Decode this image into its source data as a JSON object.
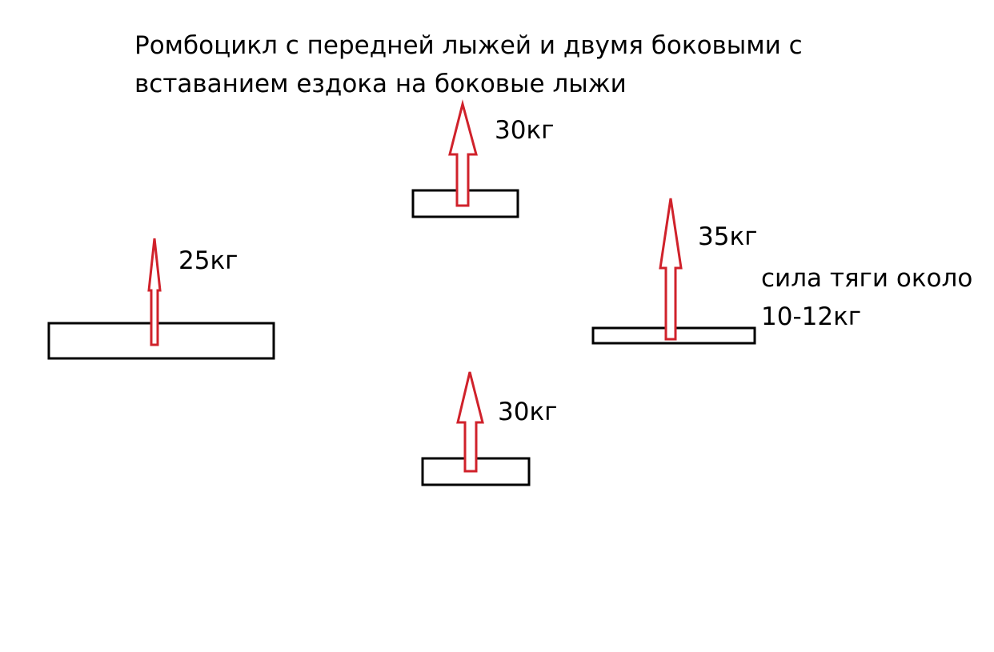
{
  "title": {
    "line1": "Ромбоцикл с передней лыжей и двумя боковыми с",
    "line2": "вставанием ездока на боковые лыжи"
  },
  "labels": {
    "front_load": "30кг",
    "left_load": "25кг",
    "right_load": "35кг",
    "rear_load": "30кг",
    "thrust_line1": "сила тяги около",
    "thrust_line2": "10-12кг"
  },
  "colors": {
    "arrow_stroke": "#d0222b",
    "ski_stroke": "#000000"
  }
}
